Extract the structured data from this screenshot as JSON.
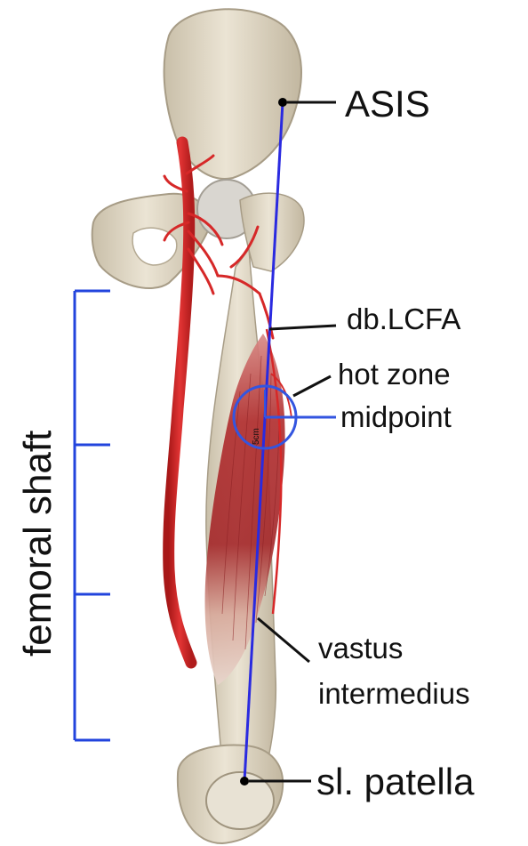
{
  "labels": {
    "asis": "ASIS",
    "db_lcfa": "db.LCFA",
    "hot_zone": "hot zone",
    "midpoint": "midpoint",
    "vastus": "vastus",
    "intermedius": "intermedius",
    "patella": "sl. patella",
    "femoral_shaft": "femoral shaft",
    "five_cm": "5cm"
  },
  "colors": {
    "bone": "#e4dccb",
    "bone_shadow": "#b8ad97",
    "artery": "#d62828",
    "muscle": "#b73a3a",
    "guide_line": "#2a2ae0",
    "bracket": "#2244dd",
    "leader": "#111111"
  }
}
